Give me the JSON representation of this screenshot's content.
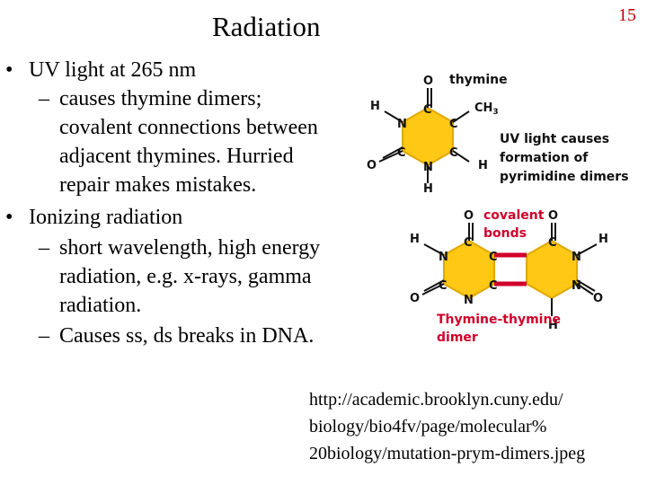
{
  "slide": {
    "title": "Radiation",
    "page_number": "15",
    "bullets": [
      {
        "text": "UV light at 265 nm",
        "sub": [
          [
            "causes thymine dimers;",
            "covalent connections between",
            "adjacent thymines. Hurried",
            "repair makes mistakes."
          ]
        ]
      },
      {
        "text": "Ionizing radiation",
        "sub": [
          [
            "short wavelength, high energy",
            "radiation, e.g. x-rays, gamma",
            "radiation."
          ],
          [
            "Causes ss, ds breaks in DNA."
          ]
        ]
      }
    ],
    "bullet_glyph": "•",
    "dash_glyph": "–",
    "source_lines": [
      "http://academic.brooklyn.cuny.edu/",
      "biology/bio4fv/page/molecular%",
      "20biology/mutation-prym-dimers.jpeg"
    ]
  },
  "figure": {
    "thymine_label": "thymine",
    "uv_caption": [
      "UV light causes",
      "formation of",
      "pyrimidine dimers"
    ],
    "covalent_label": [
      "covalent",
      "bonds"
    ],
    "dimer_label": [
      "Thymine-thymine",
      "dimer"
    ],
    "atoms": {
      "O": "O",
      "N": "N",
      "C": "C",
      "H": "H",
      "CH3": "CH",
      "CH3_sub": "3"
    },
    "colors": {
      "ring_fill": "#ffc814",
      "ring_stroke": "#e0a800",
      "bond": "#111111",
      "dimer_bond": "#d0002a",
      "label_red": "#d0002a",
      "label_dark": "#111111"
    }
  }
}
